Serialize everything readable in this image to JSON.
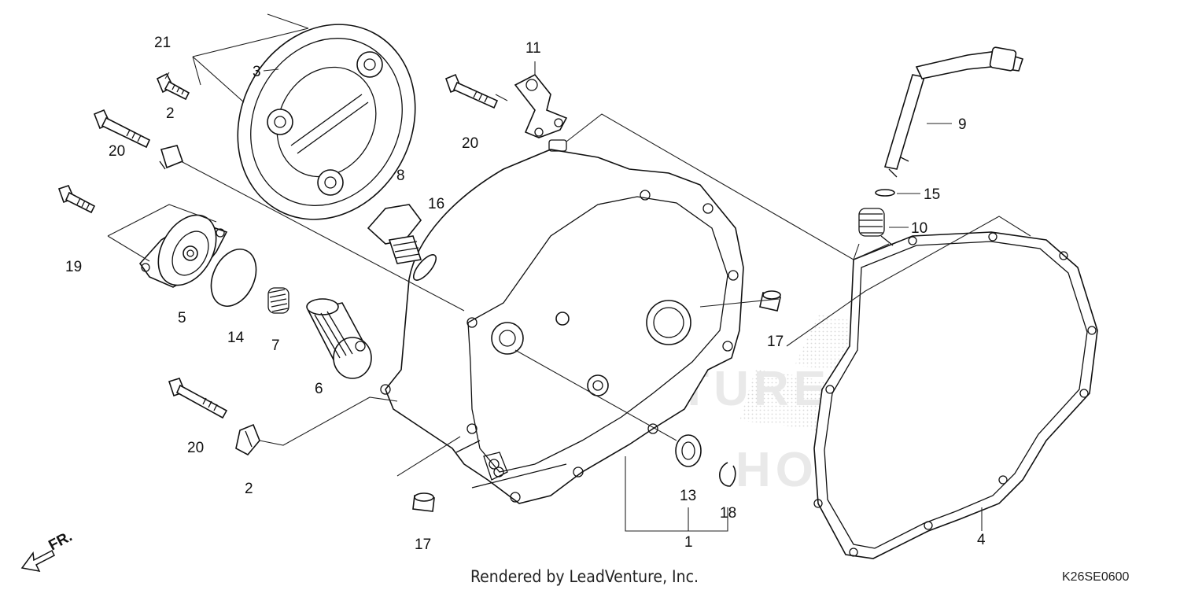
{
  "watermark": {
    "brand": "LEADVENTURE",
    "logo": "HONDA"
  },
  "footer": {
    "rendered_by": "Rendered by LeadVenture, Inc.",
    "diagram_code": "K26SE0600"
  },
  "direction_marker": {
    "text": "FR."
  },
  "callouts": {
    "c1": "1",
    "c2a": "2",
    "c2b": "2",
    "c3": "3",
    "c4": "4",
    "c5": "5",
    "c6": "6",
    "c7": "7",
    "c8": "8",
    "c9": "9",
    "c10": "10",
    "c11": "11",
    "c13": "13",
    "c14": "14",
    "c15": "15",
    "c16": "16",
    "c17a": "17",
    "c17b": "17",
    "c18": "18",
    "c19": "19",
    "c20a": "20",
    "c20b": "20",
    "c20c": "20",
    "c21": "21"
  }
}
